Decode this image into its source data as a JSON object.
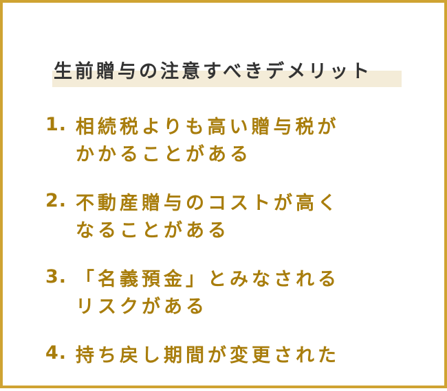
{
  "title": "生前贈与の注意すべきデメリット",
  "colors": {
    "border": "#cfa332",
    "title_text": "#333333",
    "title_highlight": "#f4ecd8",
    "item_text": "#a87d0c"
  },
  "items": [
    {
      "number": "1.",
      "lines": [
        "相続税よりも高い贈与税が",
        "かかることがある"
      ]
    },
    {
      "number": "2.",
      "lines": [
        "不動産贈与のコストが高く",
        "なることがある"
      ]
    },
    {
      "number": "3.",
      "lines": [
        "「名義預金」とみなされる",
        "リスクがある"
      ]
    },
    {
      "number": "4.",
      "lines": [
        "持ち戻し期間が変更された"
      ]
    }
  ]
}
